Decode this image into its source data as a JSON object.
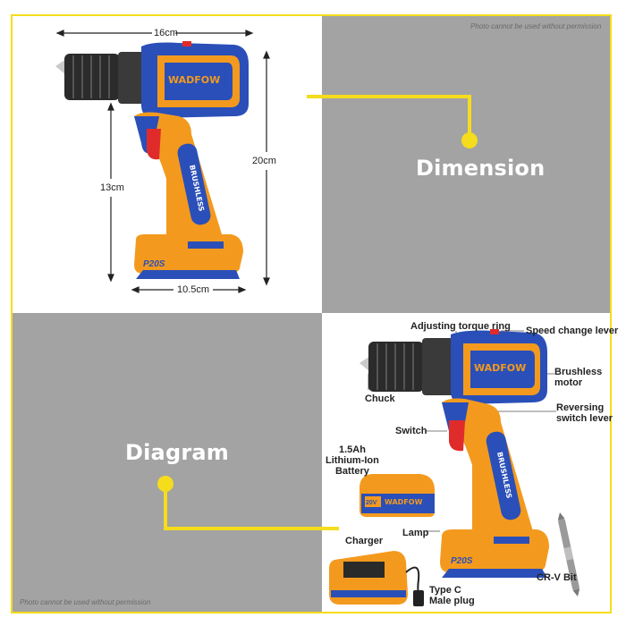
{
  "watermarks": {
    "top": "Photo cannot be used without permission",
    "bottom": "Photo cannot be used without permission"
  },
  "sections": {
    "dimension": "Dimension",
    "diagram": "Diagram"
  },
  "dimensions": {
    "width_top": "16cm",
    "height_total": "20cm",
    "height_handle": "13cm",
    "width_base": "10.5cm"
  },
  "brand": {
    "name": "WADFOW",
    "handle_text": "BRUSHLESS",
    "base_text": "P20S",
    "battery_voltage": "20V"
  },
  "callouts": {
    "torque_ring": "Adjusting torque ring",
    "speed_lever": "Speed change lever",
    "motor": "Brushless\nmotor",
    "chuck": "Chuck",
    "reversing": "Reversing\nswitch lever",
    "switch": "Switch",
    "battery": "1.5Ah\nLithium-Ion\nBattery",
    "lamp": "Lamp",
    "charger": "Charger",
    "plug": "Type C\nMale plug",
    "bit": "CR-V Bit"
  },
  "colors": {
    "accent_yellow": "#f5dc1c",
    "panel_gray": "#a3a3a3",
    "tool_orange": "#f39a1e",
    "tool_blue": "#2a4fb8",
    "chuck_black": "#2b2b2b"
  }
}
